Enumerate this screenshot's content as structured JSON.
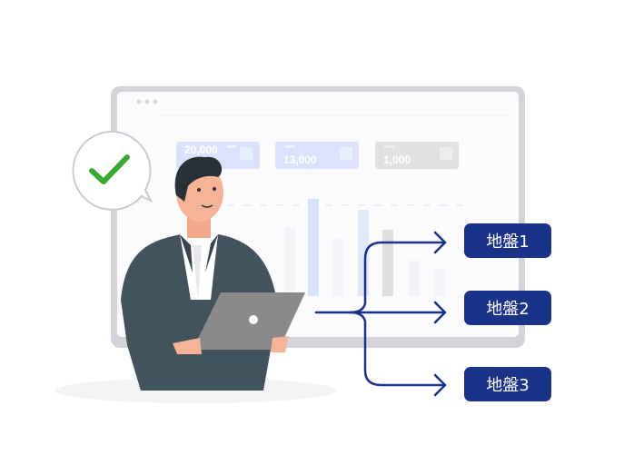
{
  "dashboard": {
    "cards": [
      {
        "value": "20,000",
        "color": "#d6e0fb"
      },
      {
        "value": "13,000",
        "color": "#d6e0fb"
      },
      {
        "value": "1,000",
        "color": "#dcdcdc"
      }
    ]
  },
  "targets": [
    {
      "label": "地盤1"
    },
    {
      "label": "地盤2"
    },
    {
      "label": "地盤3"
    }
  ],
  "colors": {
    "accent": "#1b3289",
    "check": "#3aaa35",
    "suit": "#43535d",
    "laptop": "#8a8a8a"
  }
}
